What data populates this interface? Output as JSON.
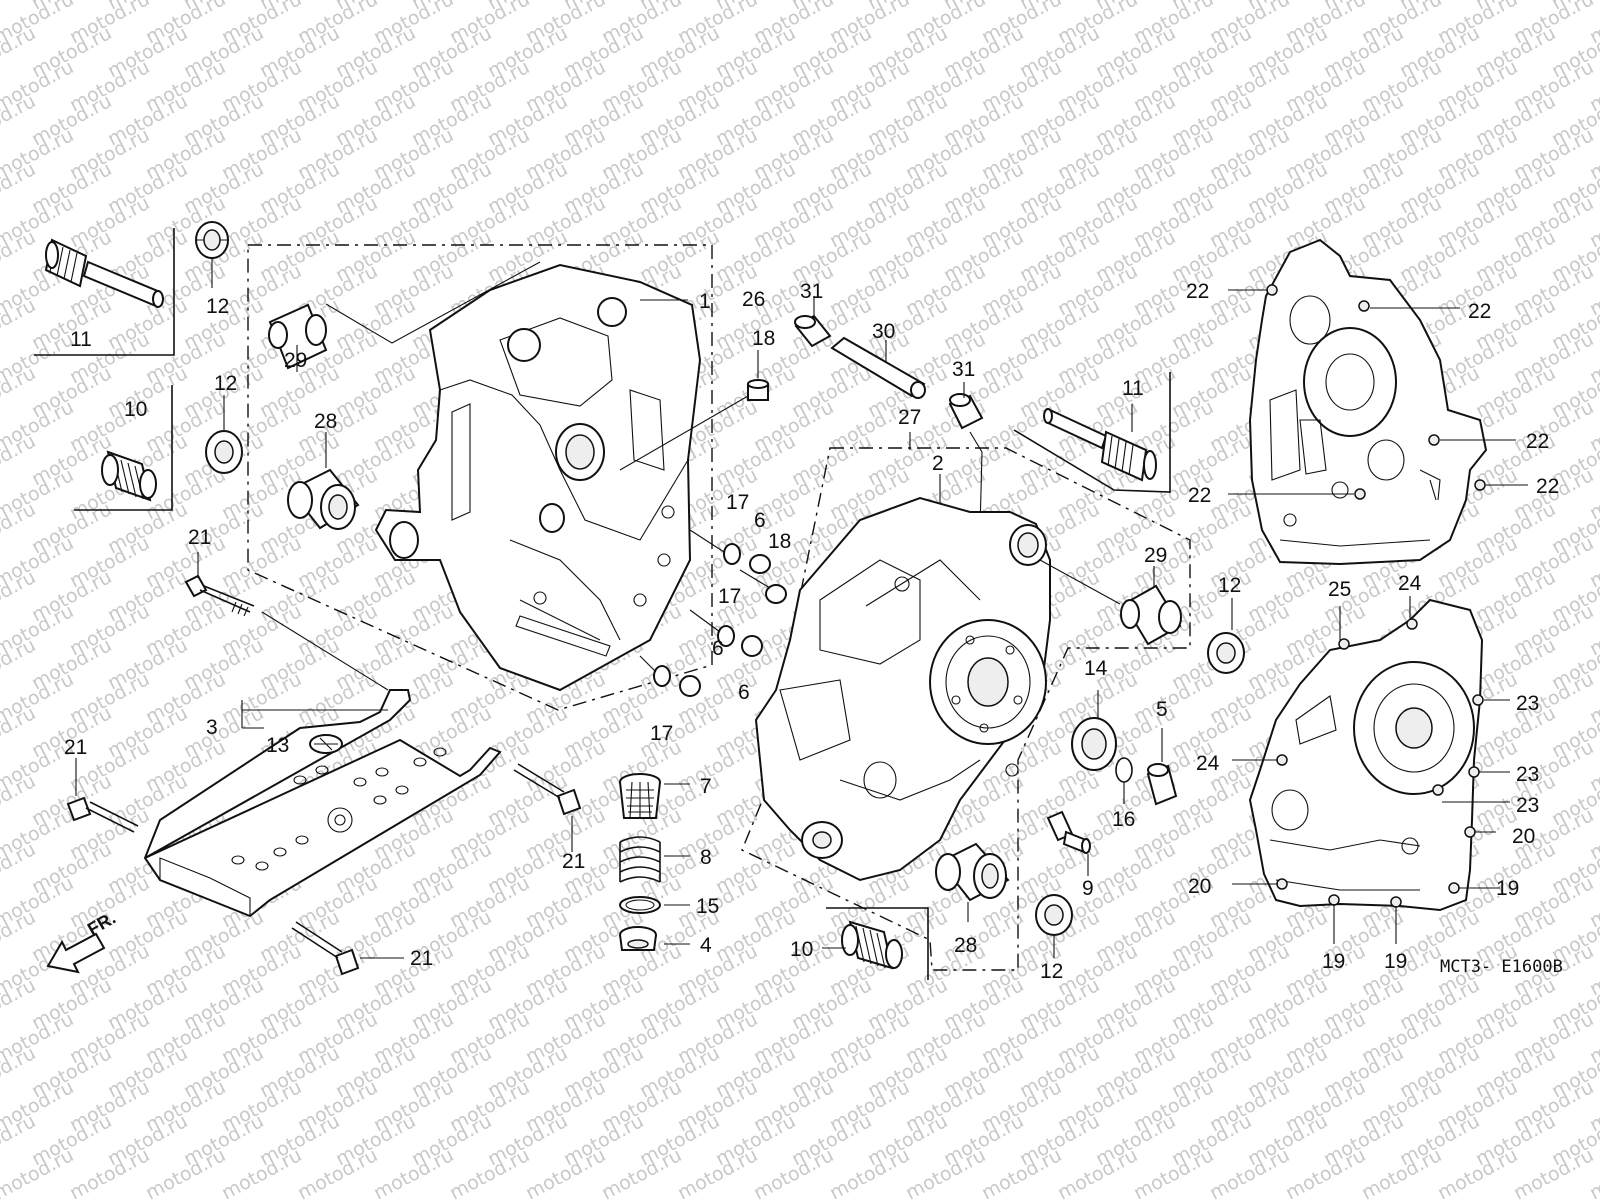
{
  "diagram": {
    "watermark": "motod.ru",
    "diagram_code": "MCT3- E1600B",
    "direction_label": "FR.",
    "callouts": {
      "c1": "1",
      "c2": "2",
      "c3": "3",
      "c4": "4",
      "c5": "5",
      "c6a": "6",
      "c6b": "6",
      "c6c": "6",
      "c7": "7",
      "c8": "8",
      "c9": "9",
      "c10a": "10",
      "c10b": "10",
      "c11a": "11",
      "c11b": "11",
      "c12a": "12",
      "c12b": "12",
      "c12c": "12",
      "c12d": "12",
      "c13": "13",
      "c14": "14",
      "c15": "15",
      "c16": "16",
      "c17a": "17",
      "c17b": "17",
      "c17c": "17",
      "c18a": "18",
      "c18b": "18",
      "c19a": "19",
      "c19b": "19",
      "c19c": "19",
      "c20a": "20",
      "c20b": "20",
      "c21a": "21",
      "c21b": "21",
      "c21c": "21",
      "c21d": "21",
      "c22a": "22",
      "c22b": "22",
      "c22c": "22",
      "c22d": "22",
      "c22e": "22",
      "c23a": "23",
      "c23b": "23",
      "c23c": "23",
      "c24a": "24",
      "c24b": "24",
      "c25": "25",
      "c26": "26",
      "c27": "27",
      "c28a": "28",
      "c28b": "28",
      "c29a": "29",
      "c29b": "29",
      "c30": "30",
      "c31a": "31",
      "c31b": "31"
    }
  }
}
